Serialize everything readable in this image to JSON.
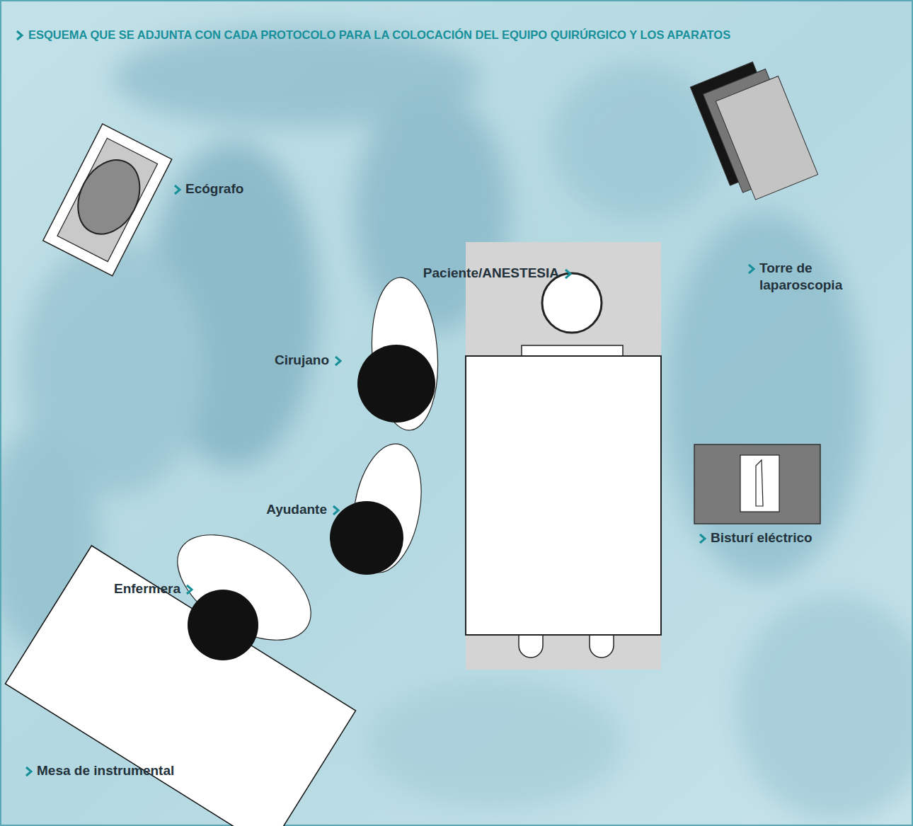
{
  "diagram": {
    "title": "ESQUEMA QUE SE ADJUNTA CON CADA PROTOCOLO PARA LA COLOCACIÓN DEL EQUIPO QUIRÚRGICO Y LOS APARATOS",
    "nodes": [
      {
        "text": [
          "Ecógrafo"
        ]
      },
      {
        "text": [
          "Torre de laparoscopia"
        ]
      },
      {
        "text": [
          "Paciente/ANESTESIA"
        ]
      },
      {
        "text": [
          "Cirujano"
        ]
      },
      {
        "text": [
          "Ayudante"
        ]
      },
      {
        "text": [
          "Bisturí eléctrico"
        ]
      },
      {
        "text": [
          "Enfermera"
        ]
      },
      {
        "text": [
          "Mesa de instrumental"
        ]
      }
    ]
  }
}
